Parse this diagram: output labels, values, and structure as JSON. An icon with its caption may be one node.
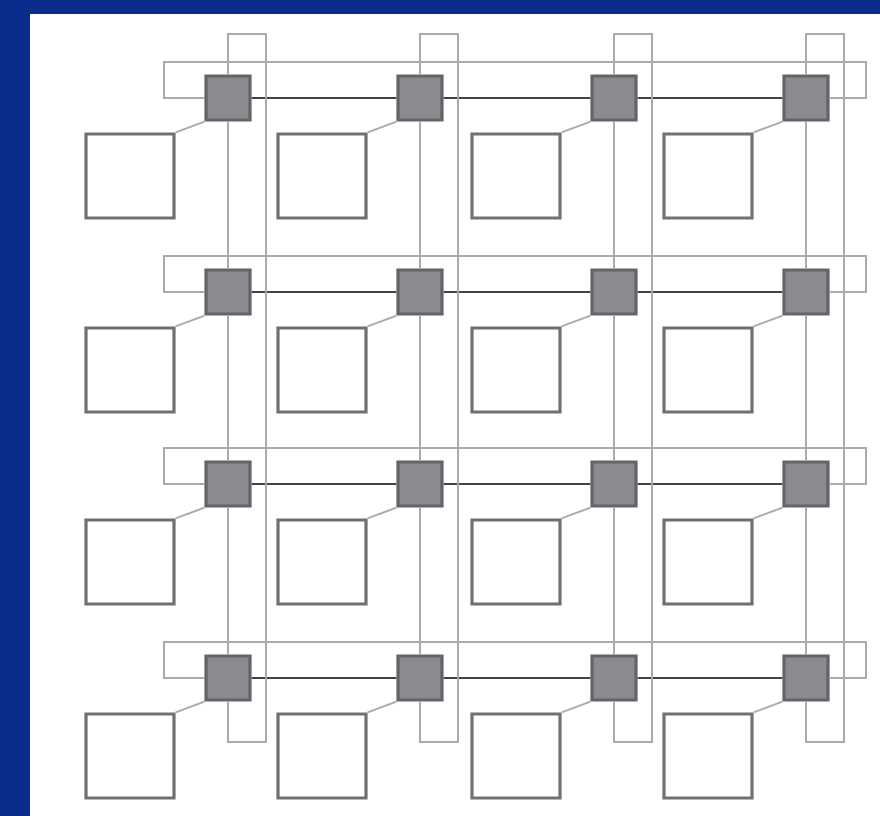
{
  "diagram": {
    "nodes": [
      {
        "text": [],
        "shape": "box"
      },
      {
        "text": [],
        "shape": "box"
      },
      {
        "text": [],
        "shape": "box"
      },
      {
        "text": [],
        "shape": "box"
      },
      {
        "text": [],
        "shape": "box"
      },
      {
        "text": [],
        "shape": "box"
      },
      {
        "text": [],
        "shape": "box"
      },
      {
        "text": [],
        "shape": "box"
      },
      {
        "text": [],
        "shape": "box"
      },
      {
        "text": [],
        "shape": "box"
      },
      {
        "text": [],
        "shape": "box"
      },
      {
        "text": [],
        "shape": "box"
      },
      {
        "text": [],
        "shape": "box"
      },
      {
        "text": [],
        "shape": "box"
      },
      {
        "text": [],
        "shape": "box"
      },
      {
        "text": [],
        "shape": "box"
      },
      {
        "text": [],
        "shape": "box"
      },
      {
        "text": [],
        "shape": "box"
      },
      {
        "text": [],
        "shape": "box"
      },
      {
        "text": [],
        "shape": "box"
      },
      {
        "text": [],
        "shape": "box"
      },
      {
        "text": [],
        "shape": "box"
      },
      {
        "text": [],
        "shape": "box"
      },
      {
        "text": [],
        "shape": "box"
      },
      {
        "text": [],
        "shape": "box"
      },
      {
        "text": [],
        "shape": "box"
      },
      {
        "text": [],
        "shape": "box"
      },
      {
        "text": [],
        "shape": "box"
      },
      {
        "text": [],
        "shape": "box"
      },
      {
        "text": [],
        "shape": "box"
      },
      {
        "text": [],
        "shape": "box"
      },
      {
        "text": [],
        "shape": "box"
      }
    ],
    "edges": [
      {
        "from": 16,
        "to": 0,
        "arrow": "none"
      },
      {
        "from": 17,
        "to": 1,
        "arrow": "none"
      },
      {
        "from": 18,
        "to": 2,
        "arrow": "none"
      },
      {
        "from": 19,
        "to": 3,
        "arrow": "none"
      },
      {
        "from": 20,
        "to": 4,
        "arrow": "none"
      },
      {
        "from": 21,
        "to": 5,
        "arrow": "none"
      },
      {
        "from": 22,
        "to": 6,
        "arrow": "none"
      },
      {
        "from": 23,
        "to": 7,
        "arrow": "none"
      },
      {
        "from": 24,
        "to": 8,
        "arrow": "none"
      },
      {
        "from": 25,
        "to": 9,
        "arrow": "none"
      },
      {
        "from": 26,
        "to": 10,
        "arrow": "none"
      },
      {
        "from": 27,
        "to": 11,
        "arrow": "none"
      },
      {
        "from": 28,
        "to": 12,
        "arrow": "none"
      },
      {
        "from": 29,
        "to": 13,
        "arrow": "none"
      },
      {
        "from": 30,
        "to": 14,
        "arrow": "none"
      },
      {
        "from": 31,
        "to": 15,
        "arrow": "none"
      },
      {
        "from": 0,
        "to": 1,
        "arrow": "none",
        "color": "#444444"
      },
      {
        "from": 1,
        "to": 2,
        "arrow": "none",
        "color": "#444444"
      },
      {
        "from": 2,
        "to": 3,
        "arrow": "none",
        "color": "#444444"
      },
      {
        "from": 3,
        "to": 0,
        "arrow": "none"
      },
      {
        "from": 4,
        "to": 5,
        "arrow": "none",
        "color": "#444444"
      },
      {
        "from": 5,
        "to": 6,
        "arrow": "none",
        "color": "#444444"
      },
      {
        "from": 6,
        "to": 7,
        "arrow": "none",
        "color": "#444444"
      },
      {
        "from": 7,
        "to": 4,
        "arrow": "none"
      },
      {
        "from": 8,
        "to": 9,
        "arrow": "none",
        "color": "#444444"
      },
      {
        "from": 9,
        "to": 10,
        "arrow": "none",
        "color": "#444444"
      },
      {
        "from": 10,
        "to": 11,
        "arrow": "none",
        "color": "#444444"
      },
      {
        "from": 11,
        "to": 8,
        "arrow": "none"
      },
      {
        "from": 12,
        "to": 13,
        "arrow": "none",
        "color": "#444444"
      },
      {
        "from": 13,
        "to": 14,
        "arrow": "none",
        "color": "#444444"
      },
      {
        "from": 14,
        "to": 15,
        "arrow": "none",
        "color": "#444444"
      },
      {
        "from": 15,
        "to": 12,
        "arrow": "none"
      },
      {
        "from": 0,
        "to": 4,
        "arrow": "none"
      },
      {
        "from": 4,
        "to": 8,
        "arrow": "none"
      },
      {
        "from": 8,
        "to": 12,
        "arrow": "none"
      },
      {
        "from": 12,
        "to": 0,
        "arrow": "none"
      },
      {
        "from": 1,
        "to": 5,
        "arrow": "none"
      },
      {
        "from": 5,
        "to": 9,
        "arrow": "none"
      },
      {
        "from": 9,
        "to": 13,
        "arrow": "none"
      },
      {
        "from": 13,
        "to": 1,
        "arrow": "none"
      },
      {
        "from": 2,
        "to": 6,
        "arrow": "none"
      },
      {
        "from": 6,
        "to": 10,
        "arrow": "none"
      },
      {
        "from": 10,
        "to": 14,
        "arrow": "none"
      },
      {
        "from": 14,
        "to": 2,
        "arrow": "none"
      },
      {
        "from": 3,
        "to": 7,
        "arrow": "none"
      },
      {
        "from": 7,
        "to": 11,
        "arrow": "none"
      },
      {
        "from": 11,
        "to": 15,
        "arrow": "none"
      },
      {
        "from": 15,
        "to": 3,
        "arrow": "none"
      }
    ]
  }
}
